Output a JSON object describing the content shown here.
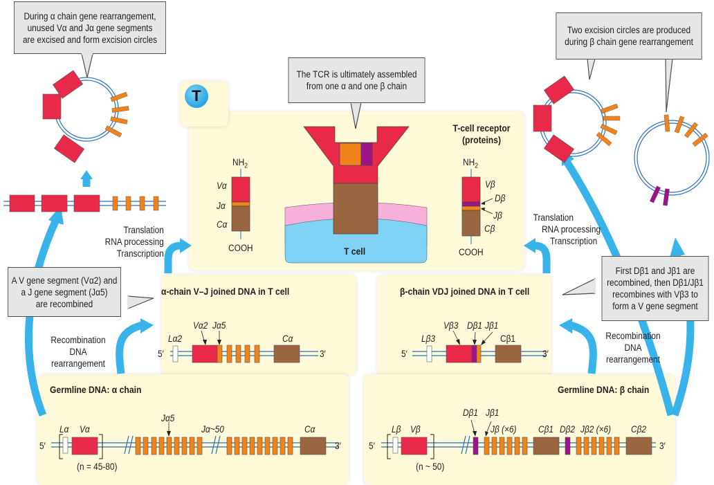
{
  "callouts": {
    "alpha_excision": [
      "During α chain gene rearrangement,",
      "unused Vα and Jα gene segments",
      "are excised and form excision circles"
    ],
    "tcr_assembly": [
      "The TCR is ultimately assembled",
      "from one α and one β chain"
    ],
    "beta_excision": [
      "Two excision circles are produced",
      "during β chain gene rearrangement"
    ],
    "alpha_recombined": [
      "A V gene segment (Vα2) and",
      "a J gene segment (Jα5)",
      "are recombined"
    ],
    "beta_recombined": [
      "First Dβ1 and Jβ1 are",
      "recombined, then Dβ1/Jβ1",
      "recombines with Vβ3 to",
      "form a V gene segment"
    ]
  },
  "tcell_badge": "T",
  "receptor_panel": {
    "title_line1": "T-cell receptor",
    "title_line2": "(proteins)",
    "cell_label": "T cell",
    "alpha_chain": {
      "top": "NH2",
      "bottom": "COOH",
      "segments": [
        "Vα",
        "Jα",
        "Cα"
      ]
    },
    "beta_chain": {
      "top": "NH2",
      "bottom": "COOH",
      "segments": [
        "Vβ",
        "Dβ",
        "Jβ",
        "Cβ"
      ]
    }
  },
  "process_labels": {
    "left_expression": [
      "Translation",
      "RNA processing",
      "Transcription"
    ],
    "right_expression": [
      "Translation",
      "RNA processing",
      "Transcription"
    ],
    "left_recombination": [
      "Recombination",
      "DNA",
      "rearrangement"
    ],
    "right_recombination": [
      "Recombination",
      "DNA",
      "rearrangement"
    ]
  },
  "alpha_joined": {
    "title": "α-chain V–J joined DNA in T cell",
    "labels": {
      "leader": "Lα2",
      "v": "Vα2",
      "j": "Jα5",
      "c": "Cα",
      "five": "5′",
      "three": "3′"
    }
  },
  "beta_joined": {
    "title": "β-chain VDJ joined DNA in T cell",
    "labels": {
      "leader": "Lβ3",
      "v": "Vβ3",
      "d": "Dβ1",
      "j": "Jβ1",
      "c": "Cβ1",
      "five": "5′",
      "three": "3′"
    }
  },
  "alpha_germline": {
    "title": "Germline DNA: α chain",
    "labels": {
      "leader": "Lα",
      "v": "Vα",
      "j5": "Jα5",
      "j50": "Jα~50",
      "c": "Cα",
      "count": "(n = 45-80)",
      "five": "5′",
      "three": "3′"
    }
  },
  "beta_germline": {
    "title": "Germline DNA: β chain",
    "labels": {
      "leader": "Lβ",
      "v": "Vβ",
      "d1": "Dβ1",
      "j1": "Jβ1",
      "jx6": "Jβ (×6)",
      "c1": "Cβ1",
      "d2": "Dβ2",
      "j2x6": "Jβ2 (×6)",
      "c2": "Cβ2",
      "count": "(n ~ 50)",
      "five": "5′",
      "three": "3′"
    }
  },
  "colors": {
    "v_segment": "#e8294a",
    "j_segment": "#f0831a",
    "d_segment": "#9b1488",
    "c_segment": "#9a6640",
    "leader": "#ffffff",
    "dna_line": "#2a6ebd",
    "arrow": "#39b4ea",
    "panel": "#fdf9d9",
    "membrane": "#f6b0d9",
    "cytoplasm": "#7fd1f5",
    "callout": "#e6e6e6"
  }
}
